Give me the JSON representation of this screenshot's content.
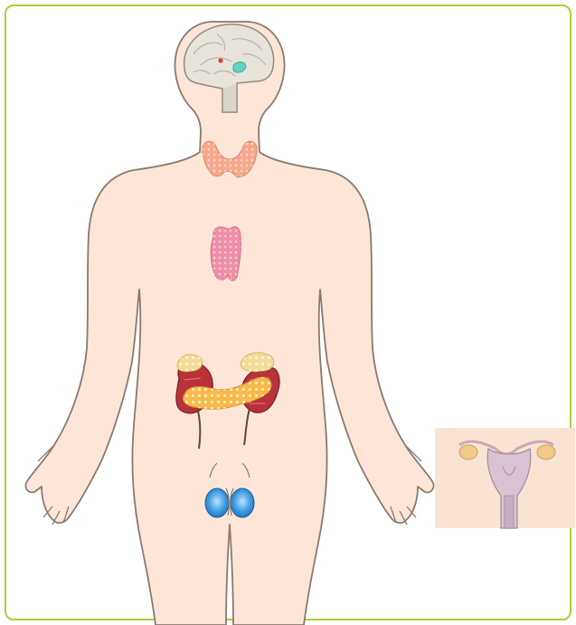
{
  "diagram": {
    "kind": "endocrine-system-anatomy",
    "colors": {
      "frame_border": "#a8cf3a",
      "body_fill": "#fde6d8",
      "body_stroke": "#8a7a6e",
      "brain": "#e8e4dc",
      "thyroid": "#f4a98b",
      "thymus": "#ef8fa8",
      "adrenal": "#f3dc9a",
      "kidney": "#b8323a",
      "pancreas": "#f6b94a",
      "testes": "#3b9be0",
      "inset_bg": "#f9e3d3"
    },
    "organs": [
      {
        "name": "brain"
      },
      {
        "name": "pituitary"
      },
      {
        "name": "thyroid"
      },
      {
        "name": "thymus"
      },
      {
        "name": "left-adrenal-kidney"
      },
      {
        "name": "right-adrenal-kidney"
      },
      {
        "name": "pancreas"
      },
      {
        "name": "testes"
      },
      {
        "name": "ovaries-uterus-inset"
      }
    ]
  }
}
